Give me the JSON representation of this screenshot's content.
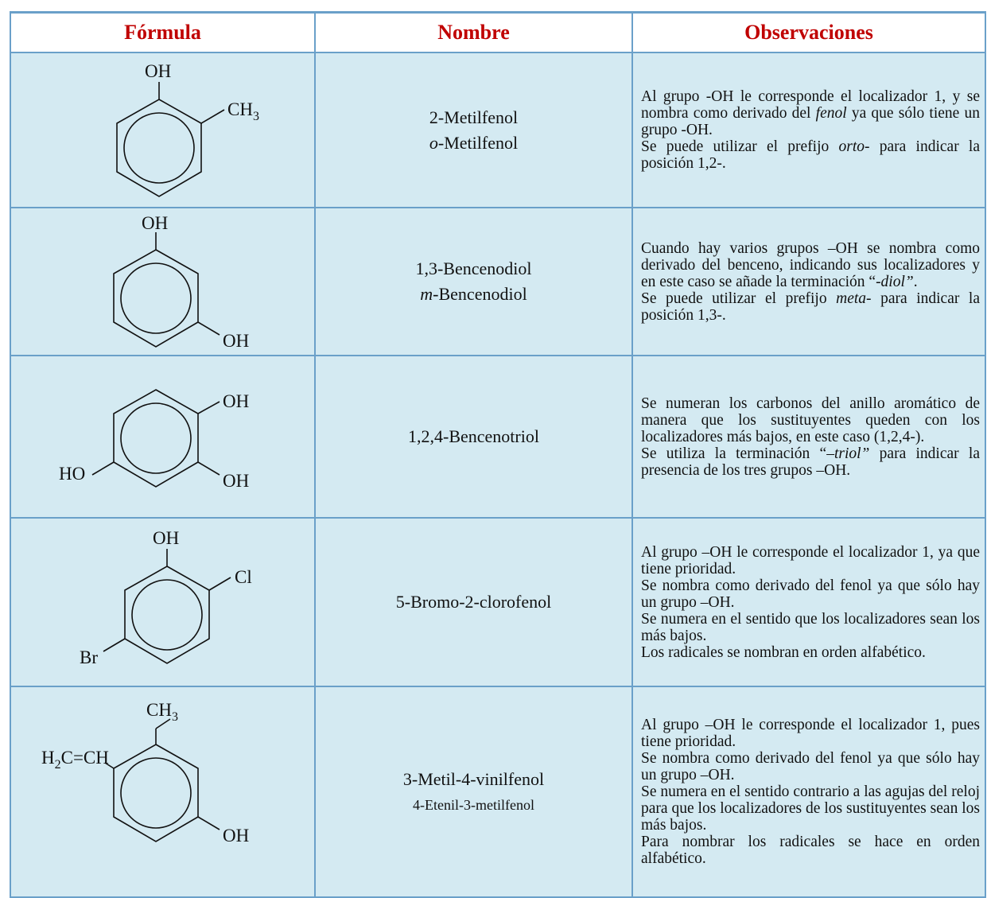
{
  "headers": {
    "formula": "Fórmula",
    "name": "Nombre",
    "observations": "Observaciones"
  },
  "rows": [
    {
      "formula_labels": {
        "a": "OH",
        "b": "CH",
        "b_sub": "3"
      },
      "name_primary": "2-Metilfenol",
      "name_secondary_prefix": "o",
      "name_secondary_rest": "-Metilfenol",
      "obs": [
        {
          "t1": "Al grupo -OH le corresponde el localizador 1, y se nombra como derivado del ",
          "i1": "fenol",
          "t2": " ya que sólo tiene un grupo -OH."
        },
        {
          "t1": "Se puede utilizar el prefijo ",
          "i1": "orto",
          "t2": "- para indicar la posición 1,2-."
        }
      ]
    },
    {
      "formula_labels": {
        "a": "OH",
        "b": "OH"
      },
      "name_primary": "1,3-Bencenodiol",
      "name_secondary_prefix": "m",
      "name_secondary_rest": "-Bencenodiol",
      "obs": [
        {
          "t1": "Cuando hay varios grupos –OH se nombra como derivado del benceno, indicando sus localizadores y en este caso se añade la terminación “",
          "i1": "-diol”",
          "t2": "."
        },
        {
          "t1": "Se puede utilizar el prefijo ",
          "i1": "meta",
          "t2": "- para indicar la posición 1,3-."
        }
      ]
    },
    {
      "formula_labels": {
        "a": "OH",
        "b": "OH",
        "c": "HO"
      },
      "name_primary": "1,2,4-Bencenotriol",
      "obs": [
        {
          "t1": "Se numeran los carbonos del anillo aromático de manera que los sustituyentes queden con los localizadores más bajos, en este caso (1,2,4-).",
          "i1": "",
          "t2": ""
        },
        {
          "t1": "Se utiliza la terminación “",
          "i1": "–triol”",
          "t2": " para indicar la presencia de los tres grupos –OH."
        }
      ]
    },
    {
      "formula_labels": {
        "a": "OH",
        "b": "Cl",
        "c": "Br"
      },
      "name_primary": "5-Bromo-2-clorofenol",
      "obs": [
        {
          "t1": "Al grupo –OH le corresponde el localizador 1, ya que tiene prioridad.",
          "i1": "",
          "t2": ""
        },
        {
          "t1": "Se nombra como derivado del fenol ya que sólo hay un grupo –OH.",
          "i1": "",
          "t2": ""
        },
        {
          "t1": "Se numera en el sentido que los localizadores sean los más bajos.",
          "i1": "",
          "t2": ""
        },
        {
          "t1": "Los radicales se nombran en orden alfabético.",
          "i1": "",
          "t2": ""
        }
      ]
    },
    {
      "formula_labels": {
        "a": "CH",
        "a_sub": "3",
        "b": "OH",
        "c1": "H",
        "c_sub": "2",
        "c2": "C=CH"
      },
      "name_primary": "3-Metil-4-vinilfenol",
      "name_tertiary": "4-Etenil-3-metilfenol",
      "obs": [
        {
          "t1": "Al grupo –OH le corresponde el localizador 1, pues tiene prioridad.",
          "i1": "",
          "t2": ""
        },
        {
          "t1": "Se nombra como derivado del fenol ya que sólo hay un grupo –OH.",
          "i1": "",
          "t2": ""
        },
        {
          "t1": "Se numera en el sentido contrario a las agujas del reloj para que los localizadores de los sustituyentes sean los más bajos.",
          "i1": "",
          "t2": ""
        },
        {
          "t1": "Para nombrar los radicales se hace en orden alfabético.",
          "i1": "",
          "t2": ""
        }
      ]
    }
  ]
}
